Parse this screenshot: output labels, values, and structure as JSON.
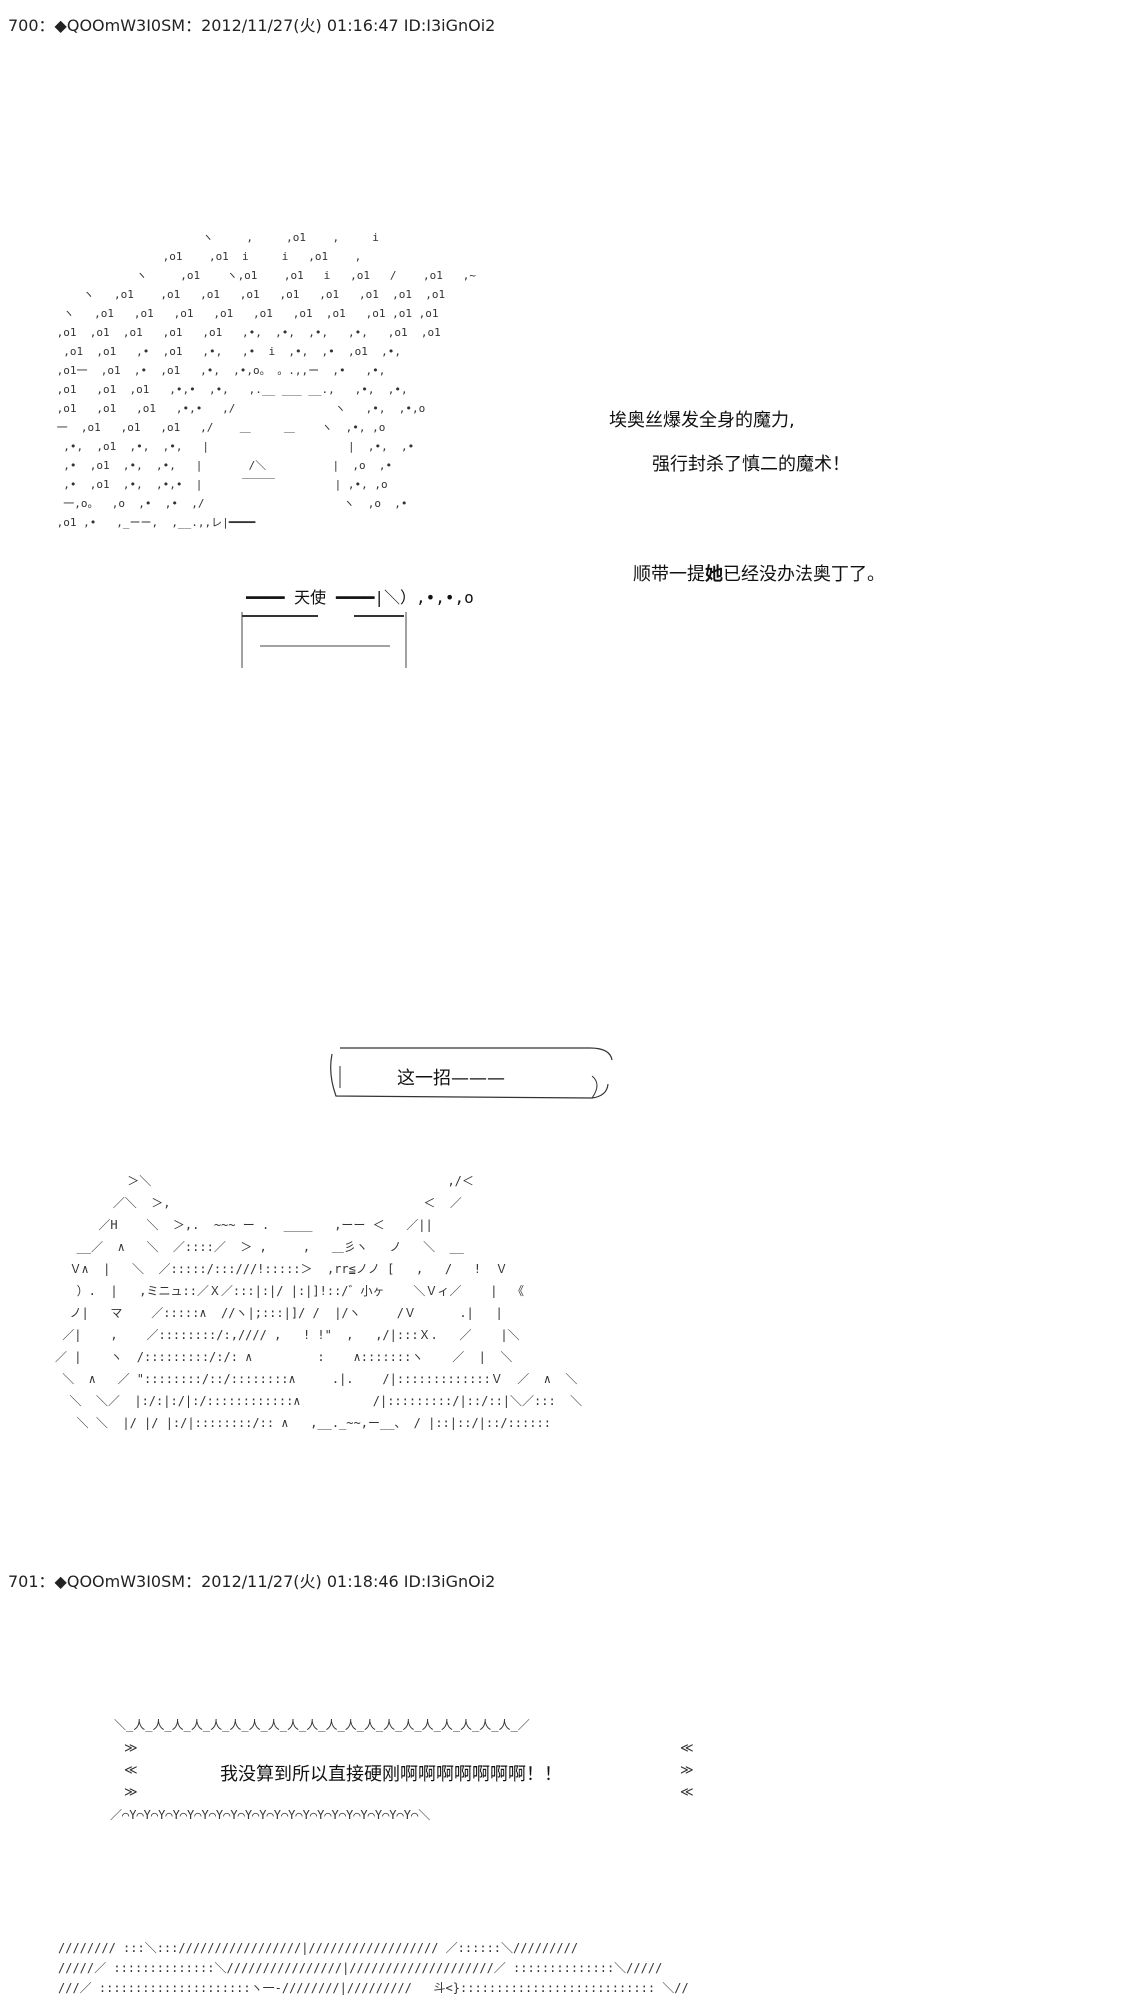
{
  "posts": [
    {
      "header": "700：◆QOOmW3I0SM：2012/11/27(火) 01:16:47 ID:I3iGnOi2",
      "narration": {
        "line1": "埃奥丝爆发全身的魔力,",
        "line2": "强行封杀了慎二的魔术！",
        "line3_pre": "顺带一提",
        "line3_bold": "她",
        "line3_post": "已经没办法奥丁了。"
      },
      "ascii_art_face": "                       ヽ     ,     ,o1    ,     i\n                 ,o1    ,o1  i     i   ,o1    ,\n             ヽ     ,o1    ヽ,o1    ,o1   i   ,o1   /    ,o1   ,~\n     ヽ   ,o1    ,o1   ,o1   ,o1   ,o1   ,o1   ,o1  ,o1  ,o1\n  ヽ   ,o1   ,o1   ,o1   ,o1   ,o1   ,o1  ,o1   ,o1 ,o1 ,o1\n ,o1  ,o1  ,o1   ,o1   ,o1   ,•,  ,•,  ,•,   ,•,   ,o1  ,o1\n  ,o1  ,o1   ,•  ,o1   ,•,   ,•  i  ,•,  ,•  ,o1  ,•,\n ,o1一  ,o1  ,•  ,o1   ,•,  ,•,o。 。.,,ー  ,•   ,•,\n ,o1   ,o1  ,o1   ,•,•  ,•,   ,.__ ___ __.,   ,•,  ,•,\n ,o1   ,o1   ,o1   ,•,•   ,/               ヽ   ,•,  ,•,o\n 一  ,o1   ,o1   ,o1   ,/    ＿     ＿    ヽ  ,•, ,o\n  ,•,  ,o1  ,•,  ,•,   |                     |  ,•,  ,•\n  ,•  ,o1  ,•,  ,•,   |       /＼          |  ,o  ,•\n  ,•  ,o1  ,•,  ,•,•  |      ￣￣￣         | ,•, ,o\n  一,o。  ,o  ,•  ,•  ,/                     ヽ  ,o  ,•\n ,o1 ,•   ,_ーー,  ,__.,,レ|━━━━",
      "angel_label": "天使",
      "ascii_art_hands": "          ＞＼                                         ,/＜\n        ／＼  ＞,                                   ＜  ／\n      ／Η    ＼  ＞,.  ~~~ ー .  ____   ,ーー ＜   ／||\n   __／  ∧   ＼  ／::::／  ＞ ,     ,   ＿彡ヽ   ノ   ＼  __\n  Ｖ∧  |   ＼  ／:::::/:::///!:::::＞  ,rr≦ノノ [   ,   /   !  Ｖ\n   ）.  |   ,ミニュ::／Ｘ／:::|:|/ |:|]!::/゛小ヶ    ＼Ｖィ／    |  《\n  ノ|   マ    ／:::::∧  //ヽ|;:::|]/ /  |/ヽ     /Ｖ      .|   |\n ／|    ,    ／::::::::/:,//// ,   ! !\"  ,   ,/|:::Ｘ.   ／    |＼\n／ |    ヽ  /:::::::::/:/: ∧         :    ∧:::::::ヽ    ／  |  ＼\n ＼  ∧   ／ \"::::::::/::/::::::::∧     .|.    /|:::::::::::::Ｖ  ／  ∧  ＼\n  ＼  ＼／  |:/:|:/|:/::::::::::::∧          /|:::::::::/|::/::|＼／:::  ＼\n   ＼ ＼  |/ |/ |:/|::::::::/:: ∧   ,__._~~,ー__、 / |::|::/|::/::::::",
      "bubble_text": "这一招———"
    },
    {
      "header": "701：◆QOOmW3I0SM：2012/11/27(火) 01:18:46 ID:I3iGnOi2",
      "shout_text": "我没算到所以直接硬刚啊啊啊啊啊啊啊！！",
      "shout_top": "＼_人_人_人_人_人_人_人_人_人_人_人_人_人_人_人_人_人_人_人_人_／",
      "shout_bottom": "／⌒Y⌒Y⌒Y⌒Y⌒Y⌒Y⌒Y⌒Y⌒Y⌒Y⌒Y⌒Y⌒Y⌒Y⌒Y⌒Y⌒Y⌒Y⌒Y⌒Y⌒＼",
      "shout_left": "≫\n≪\n≫",
      "shout_right": "≪\n≫\n≪",
      "ascii_art_bottom": "//////// :::＼::://///////////////|////////////////// ／::::::＼/////////\n/////／ ::::::::::::::＼////////////////|////////////////////／ ::::::::::::::＼/////\n///／ :::::::::::::::::::::ヽ一-////////|/////////   斗<}::::::::::::::::::::::::::: ＼//"
    }
  ]
}
